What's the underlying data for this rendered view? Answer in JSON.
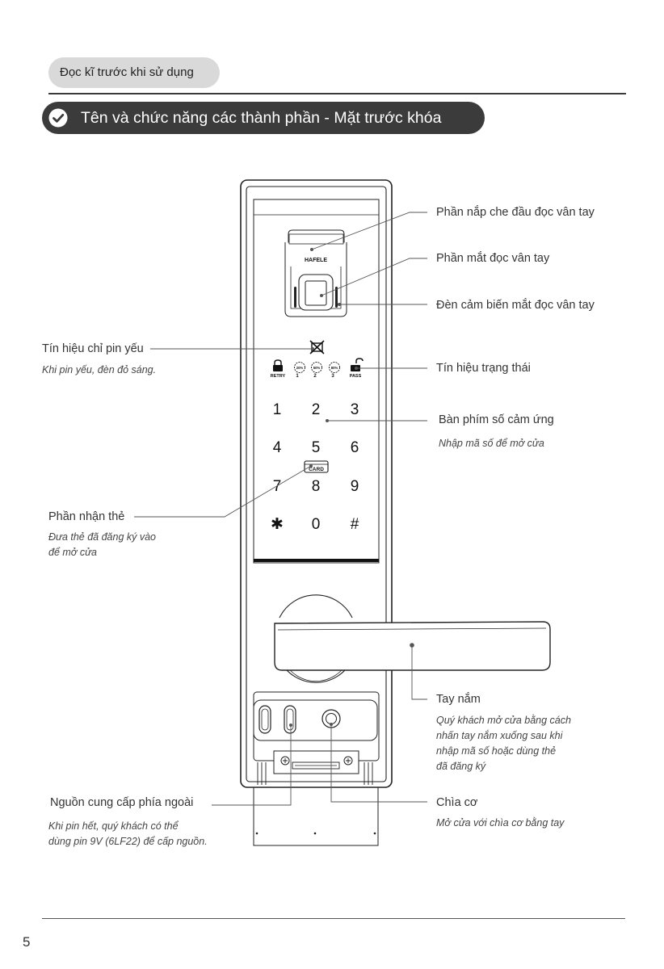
{
  "header": {
    "pill": "Đọc kĩ trước khi sử dụng"
  },
  "section": {
    "title": "Tên và chức năng các thành phần - Mặt trước khóa"
  },
  "device": {
    "brand": "HAFELE",
    "status": {
      "retry": "RETRY",
      "pass": "PASS",
      "lvl1": "20%",
      "lvl2": "50%",
      "lvl3": "80%",
      "n1": "1",
      "n2": "2",
      "n3": "3"
    },
    "keys": [
      "1",
      "2",
      "3",
      "4",
      "5",
      "6",
      "7",
      "8",
      "9",
      "✱",
      "0",
      "#"
    ],
    "card": "CARD"
  },
  "callouts": {
    "fingerprint_cover": "Phần nắp che đầu đọc vân tay",
    "fingerprint_face": "Phần mắt đọc vân tay",
    "sensor_light": "Đèn cảm biến mắt đọc vân tay",
    "low_battery": "Tín hiệu chỉ pin yếu",
    "low_battery_desc": "Khi pin yếu, đèn đỏ sáng.",
    "status_signal": "Tín hiệu trạng thái",
    "keypad": "Bàn phím số cảm ứng",
    "keypad_desc": "Nhập mã số để mở cửa",
    "card_reader": "Phần nhận thẻ",
    "card_reader_desc": [
      "Đưa thẻ đã đăng ký vào",
      "để mở cửa"
    ],
    "handle": "Tay nắm",
    "handle_desc": [
      "Quý khách mở cửa bằng cách",
      "nhấn tay nắm xuống sau khi",
      "nhập mã số hoặc dùng thẻ",
      "đã đăng ký"
    ],
    "external_power": "Nguồn cung cấp phía ngoài",
    "external_power_desc": [
      "Khi pin hết, quý khách có thể",
      "dùng pin 9V (6LF22) để cấp nguồn."
    ],
    "key": "Chìa cơ",
    "key_desc": "Mở cửa với chìa cơ bằng tay"
  },
  "footer": {
    "page": "5"
  }
}
